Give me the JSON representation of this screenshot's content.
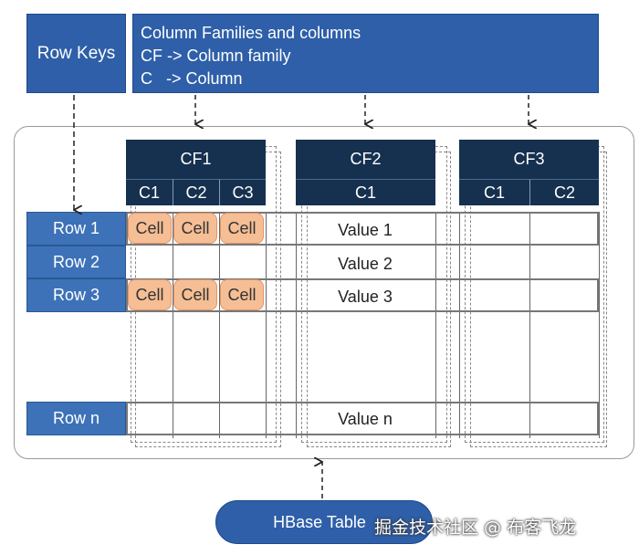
{
  "header": {
    "row_keys_label": "Row Keys",
    "cf_lines": [
      "Column Families and columns",
      "CF -> Column family",
      "C   -> Column"
    ]
  },
  "column_families": [
    {
      "name": "CF1",
      "columns": [
        "C1",
        "C2",
        "C3"
      ]
    },
    {
      "name": "CF2",
      "columns": [
        "C1"
      ]
    },
    {
      "name": "CF3",
      "columns": [
        "C1",
        "C2"
      ]
    }
  ],
  "rows": [
    {
      "label": "Row 1",
      "cells": [
        "Cell",
        "Cell",
        "Cell"
      ],
      "value": "Value 1"
    },
    {
      "label": "Row 2",
      "cells": [],
      "value": "Value 2"
    },
    {
      "label": "Row 3",
      "cells": [
        "Cell",
        "Cell",
        "Cell"
      ],
      "value": "Value 3"
    },
    {
      "label": "Row n",
      "cells": [],
      "value": "Value n"
    }
  ],
  "footer": {
    "table_label": "HBase Table",
    "watermark": "掘金技术社区 @ 布客飞龙"
  },
  "colors": {
    "header_blue": "#2e5fa8",
    "cf_dark": "#16304f",
    "row_blue": "#3d72b8",
    "cell_orange": "#f6be95"
  }
}
